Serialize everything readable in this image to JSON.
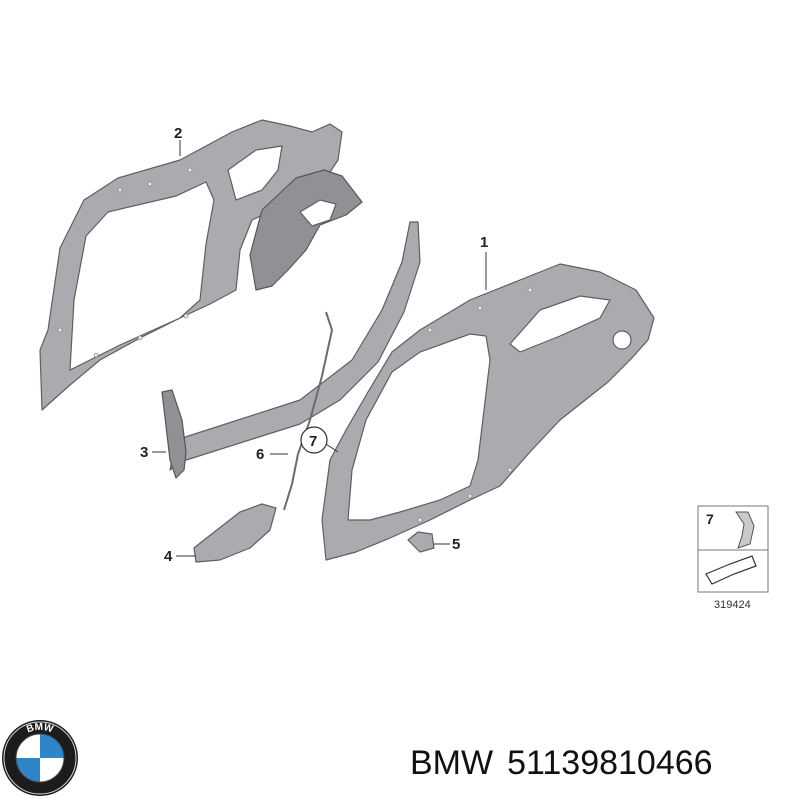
{
  "diagram": {
    "callouts": [
      {
        "id": "1",
        "label": "1"
      },
      {
        "id": "2",
        "label": "2"
      },
      {
        "id": "3",
        "label": "3"
      },
      {
        "id": "4",
        "label": "4"
      },
      {
        "id": "5",
        "label": "5"
      },
      {
        "id": "6",
        "label": "6"
      },
      {
        "id": "7",
        "label": "7"
      }
    ],
    "inset": {
      "part_number": "7",
      "reference_number": "319424"
    }
  },
  "footer": {
    "logo_text": "BMW",
    "brand": "BMW",
    "part_number": "51139810466"
  },
  "colors": {
    "panel": "#a9abae",
    "outline": "#5d5f62",
    "logo_blue": "#2e86c9"
  }
}
